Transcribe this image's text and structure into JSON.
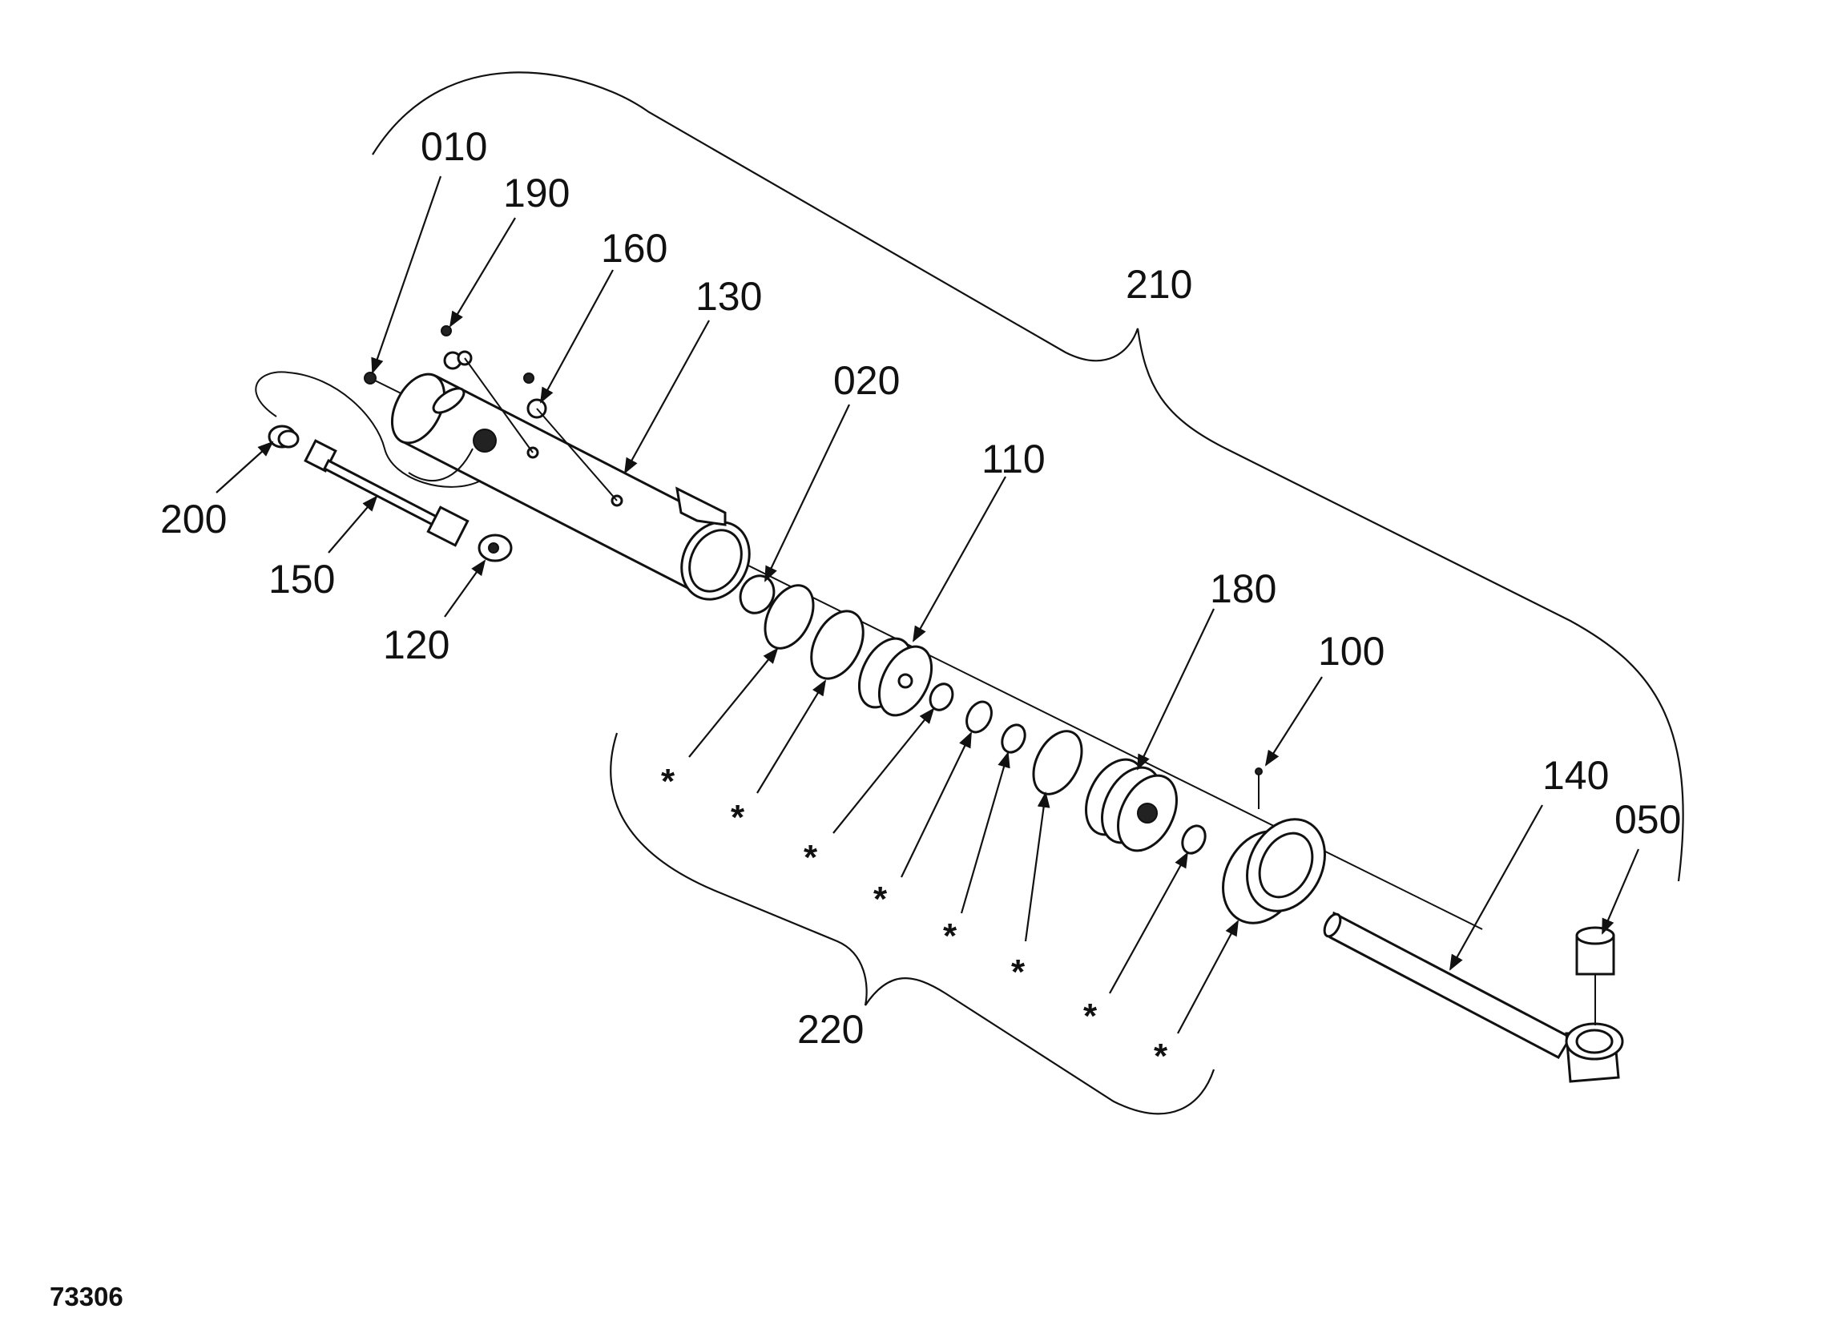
{
  "figure_number": "73306",
  "callouts": [
    {
      "id": "010",
      "label": "010"
    },
    {
      "id": "190",
      "label": "190"
    },
    {
      "id": "160",
      "label": "160"
    },
    {
      "id": "130",
      "label": "130"
    },
    {
      "id": "210",
      "label": "210"
    },
    {
      "id": "020",
      "label": "020"
    },
    {
      "id": "110",
      "label": "110"
    },
    {
      "id": "200",
      "label": "200"
    },
    {
      "id": "150",
      "label": "150"
    },
    {
      "id": "120",
      "label": "120"
    },
    {
      "id": "180",
      "label": "180"
    },
    {
      "id": "100",
      "label": "100"
    },
    {
      "id": "140",
      "label": "140"
    },
    {
      "id": "050",
      "label": "050"
    },
    {
      "id": "220",
      "label": "220"
    }
  ],
  "seal_kit_marker": "*",
  "colors": {
    "ink": "#111111",
    "background": "#ffffff"
  }
}
